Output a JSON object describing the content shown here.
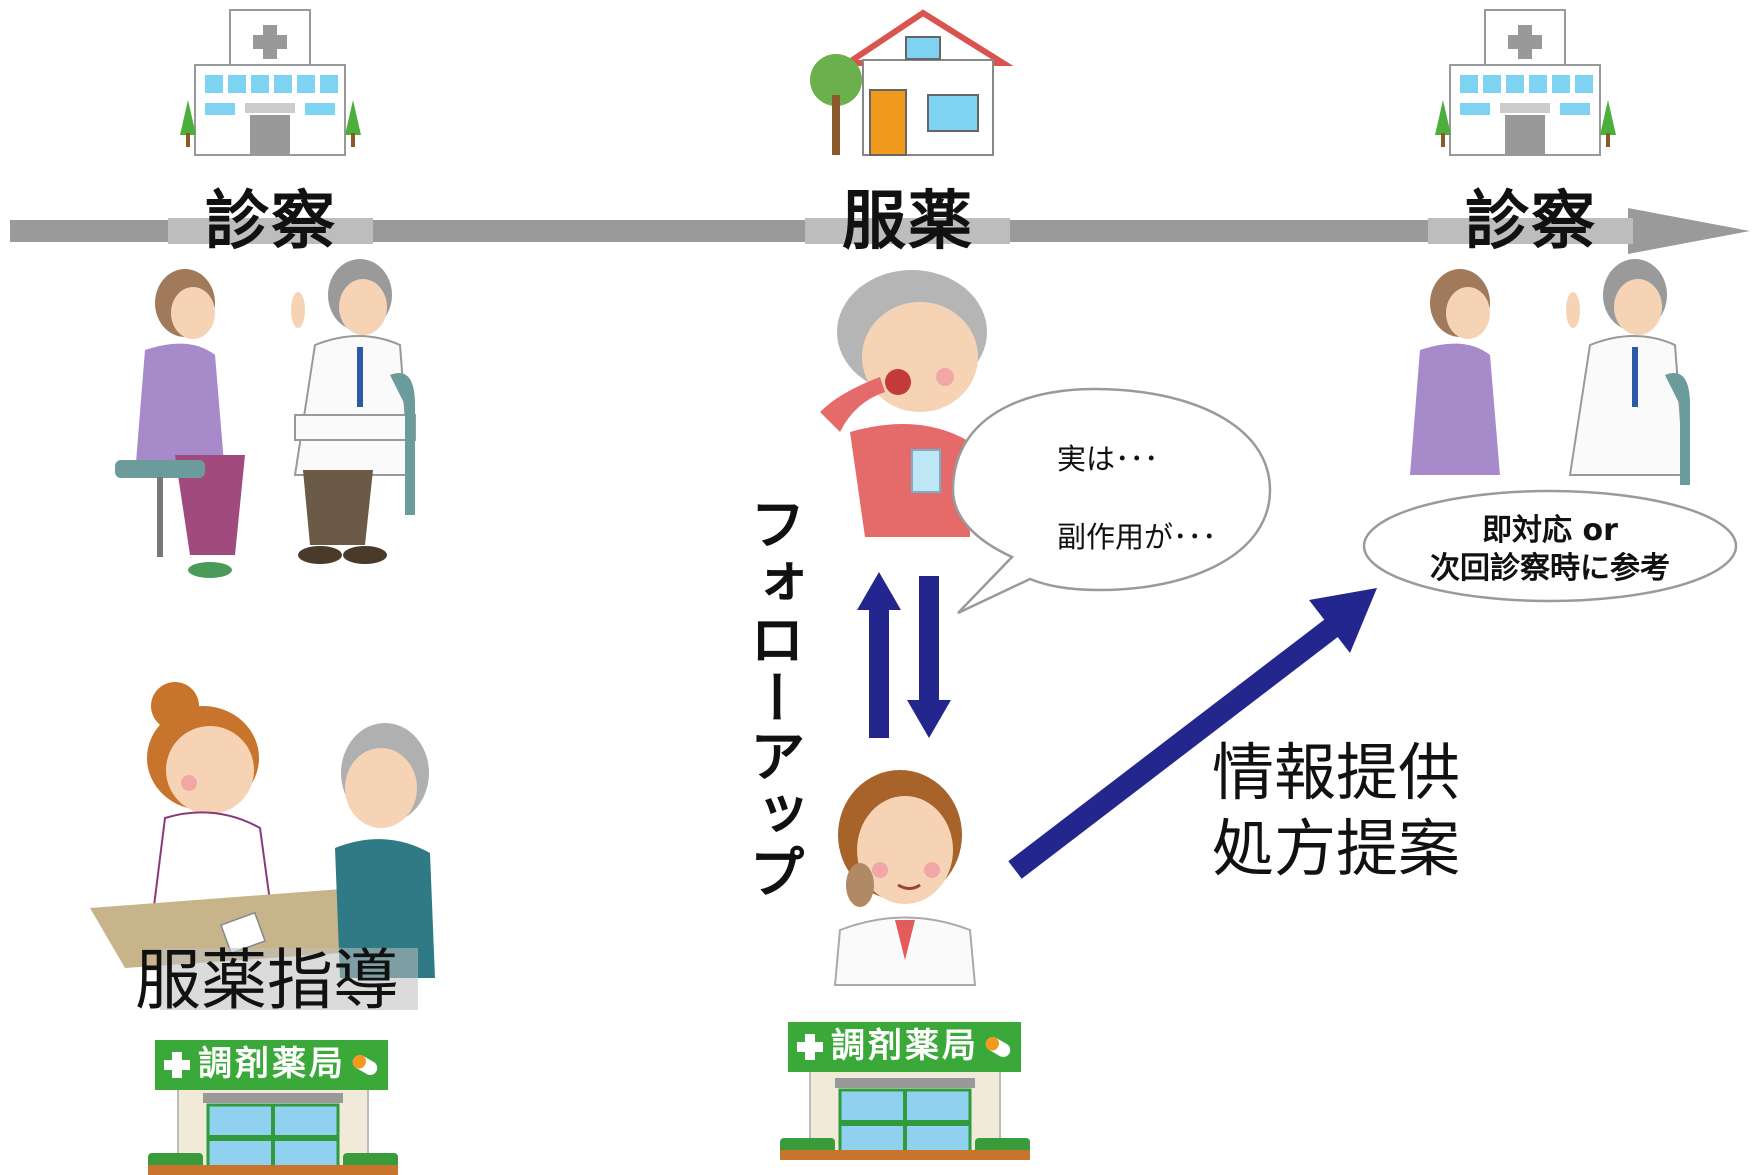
{
  "timeline": {
    "stage_left": "診察",
    "stage_middle": "服薬",
    "stage_right": "診察",
    "colors": {
      "axis": "#9a9a9a"
    }
  },
  "counseling_label": "服薬指導",
  "followup_label": "フォローアップ",
  "speech_bubble": {
    "line1": "実は･･･",
    "line2": "副作用が･･･"
  },
  "outcome_note": {
    "line1": "即対応 or",
    "line2": "次回診察時に参考"
  },
  "info_label": {
    "line1": "情報提供",
    "line2": "処方提案"
  },
  "pharmacy_sign_left": "調剤薬局",
  "pharmacy_sign_middle": "調剤薬局",
  "colors": {
    "arrow": "#23268c",
    "pharmacy_green": "#3aa93a"
  }
}
